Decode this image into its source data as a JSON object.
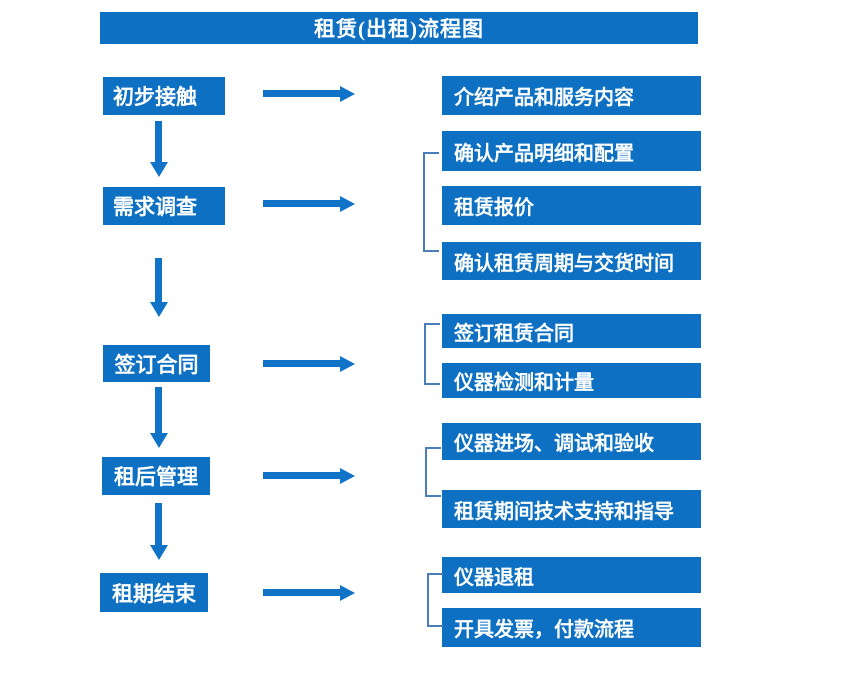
{
  "title": "租赁(出租)流程图",
  "colors": {
    "box_blue": "#0d70c2",
    "arrow_blue": "#1173c8",
    "bracket_blue": "#4a7ebb",
    "text_white": "#ffffff",
    "background": "#ffffff"
  },
  "steps": [
    {
      "label": "初步接触",
      "details": [
        "介绍产品和服务内容"
      ]
    },
    {
      "label": "需求调查",
      "details": [
        "确认产品明细和配置",
        "租赁报价",
        "确认租赁周期与交货时间"
      ]
    },
    {
      "label": "签订合同",
      "details": [
        "签订租赁合同",
        "仪器检测和计量"
      ]
    },
    {
      "label": "租后管理",
      "details": [
        "仪器进场、调试和验收",
        "租赁期间技术支持和指导"
      ]
    },
    {
      "label": "租期结束",
      "details": [
        "仪器退租",
        "开具发票，付款流程"
      ]
    }
  ]
}
